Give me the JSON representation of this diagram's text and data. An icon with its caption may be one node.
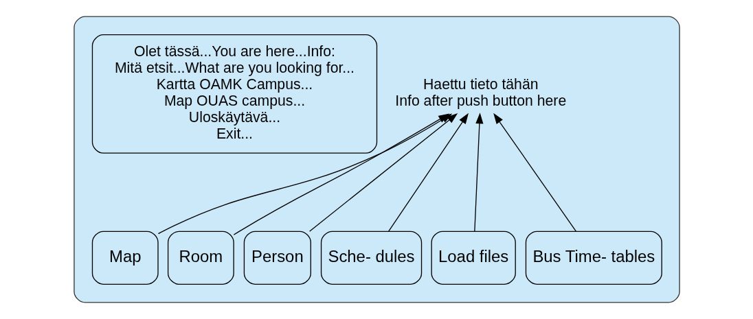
{
  "diagram": {
    "nodes": [
      {
        "text": [],
        "shape": "box"
      },
      {
        "text": [
          "Olet tässä...You are here...Info:",
          "Mitä etsit...What are you looking for...",
          "Kartta OAMK Campus...",
          "Map OUAS campus...",
          "Uloskäytävä...",
          "Exit..."
        ],
        "in": 0
      },
      {
        "text": [
          "Haettu tieto tähän",
          "Info after push button here"
        ],
        "in": 0
      },
      {
        "text": [
          "Map"
        ],
        "in": 0
      },
      {
        "text": [
          "Room"
        ],
        "in": 0
      },
      {
        "text": [
          "Person"
        ],
        "in": 0
      },
      {
        "text": [
          "Sche- dules"
        ],
        "in": 0
      },
      {
        "text": [
          "Load files"
        ],
        "in": 0
      },
      {
        "text": [
          "Bus Time- tables"
        ],
        "in": 0
      }
    ],
    "edges": [
      {
        "from": 3,
        "to": 2,
        "arrow": "to"
      },
      {
        "from": 4,
        "to": 2,
        "arrow": "to"
      },
      {
        "from": 5,
        "to": 2,
        "arrow": "to"
      },
      {
        "from": 6,
        "to": 2,
        "arrow": "to"
      },
      {
        "from": 7,
        "to": 2,
        "arrow": "to"
      },
      {
        "from": 8,
        "to": 2,
        "arrow": "to"
      }
    ]
  }
}
